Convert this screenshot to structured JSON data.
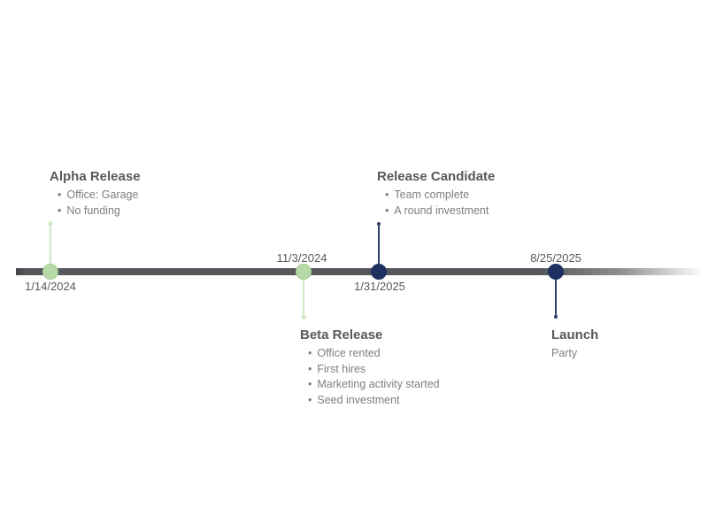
{
  "canvas": {
    "background": "#ffffff"
  },
  "timeline": {
    "bar_color": "#54575b",
    "bar_right_end": "fades-to-white",
    "green_marker_color": "#b7d9a8",
    "green_connector_color": "#cfe8c2",
    "navy_marker_color": "#1d3060",
    "navy_connector_color": "#2c3e66",
    "title_text_color": "#595959",
    "bullet_text_color": "#7f7f7f"
  },
  "milestones": [
    {
      "title": "Alpha Release",
      "date": "1/14/2024",
      "bullets": [
        "Office: Garage",
        "No funding"
      ],
      "text_position": "above",
      "date_position": "below",
      "marker_color": "#b7d9a8"
    },
    {
      "title": "Beta Release",
      "date": "11/3/2024",
      "bullets": [
        "Office rented",
        "First hires",
        "Marketing activity started",
        "Seed investment"
      ],
      "text_position": "below",
      "date_position": "above",
      "marker_color": "#b7d9a8"
    },
    {
      "title": "Release Candidate",
      "date": "1/31/2025",
      "bullets": [
        "Team complete",
        "A round investment"
      ],
      "text_position": "above",
      "date_position": "below",
      "marker_color": "#1d3060"
    },
    {
      "title": "Launch",
      "date": "8/25/2025",
      "bullets": [],
      "description": "Party",
      "text_position": "below",
      "date_position": "above",
      "marker_color": "#1d3060"
    }
  ]
}
